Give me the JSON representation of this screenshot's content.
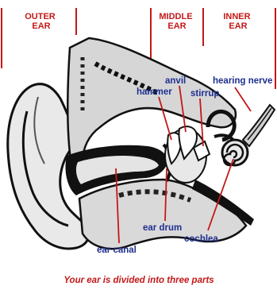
{
  "sections": {
    "outer": [
      "OUTER",
      "EAR"
    ],
    "middle": [
      "MIDDLE",
      "EAR"
    ],
    "inner": [
      "INNER",
      "EAR"
    ]
  },
  "labels": {
    "hammer": "hammer",
    "anvil": "anvil",
    "stirrup": "stirrup",
    "hearing_nerve": "hearing nerve",
    "ear_drum": "ear drum",
    "ear_canal": "ear canal",
    "cochlea": "cochlea"
  },
  "caption": "Your ear is divided into three parts",
  "colors": {
    "section_red": "#c41818",
    "label_blue": "#1f2f8f"
  }
}
